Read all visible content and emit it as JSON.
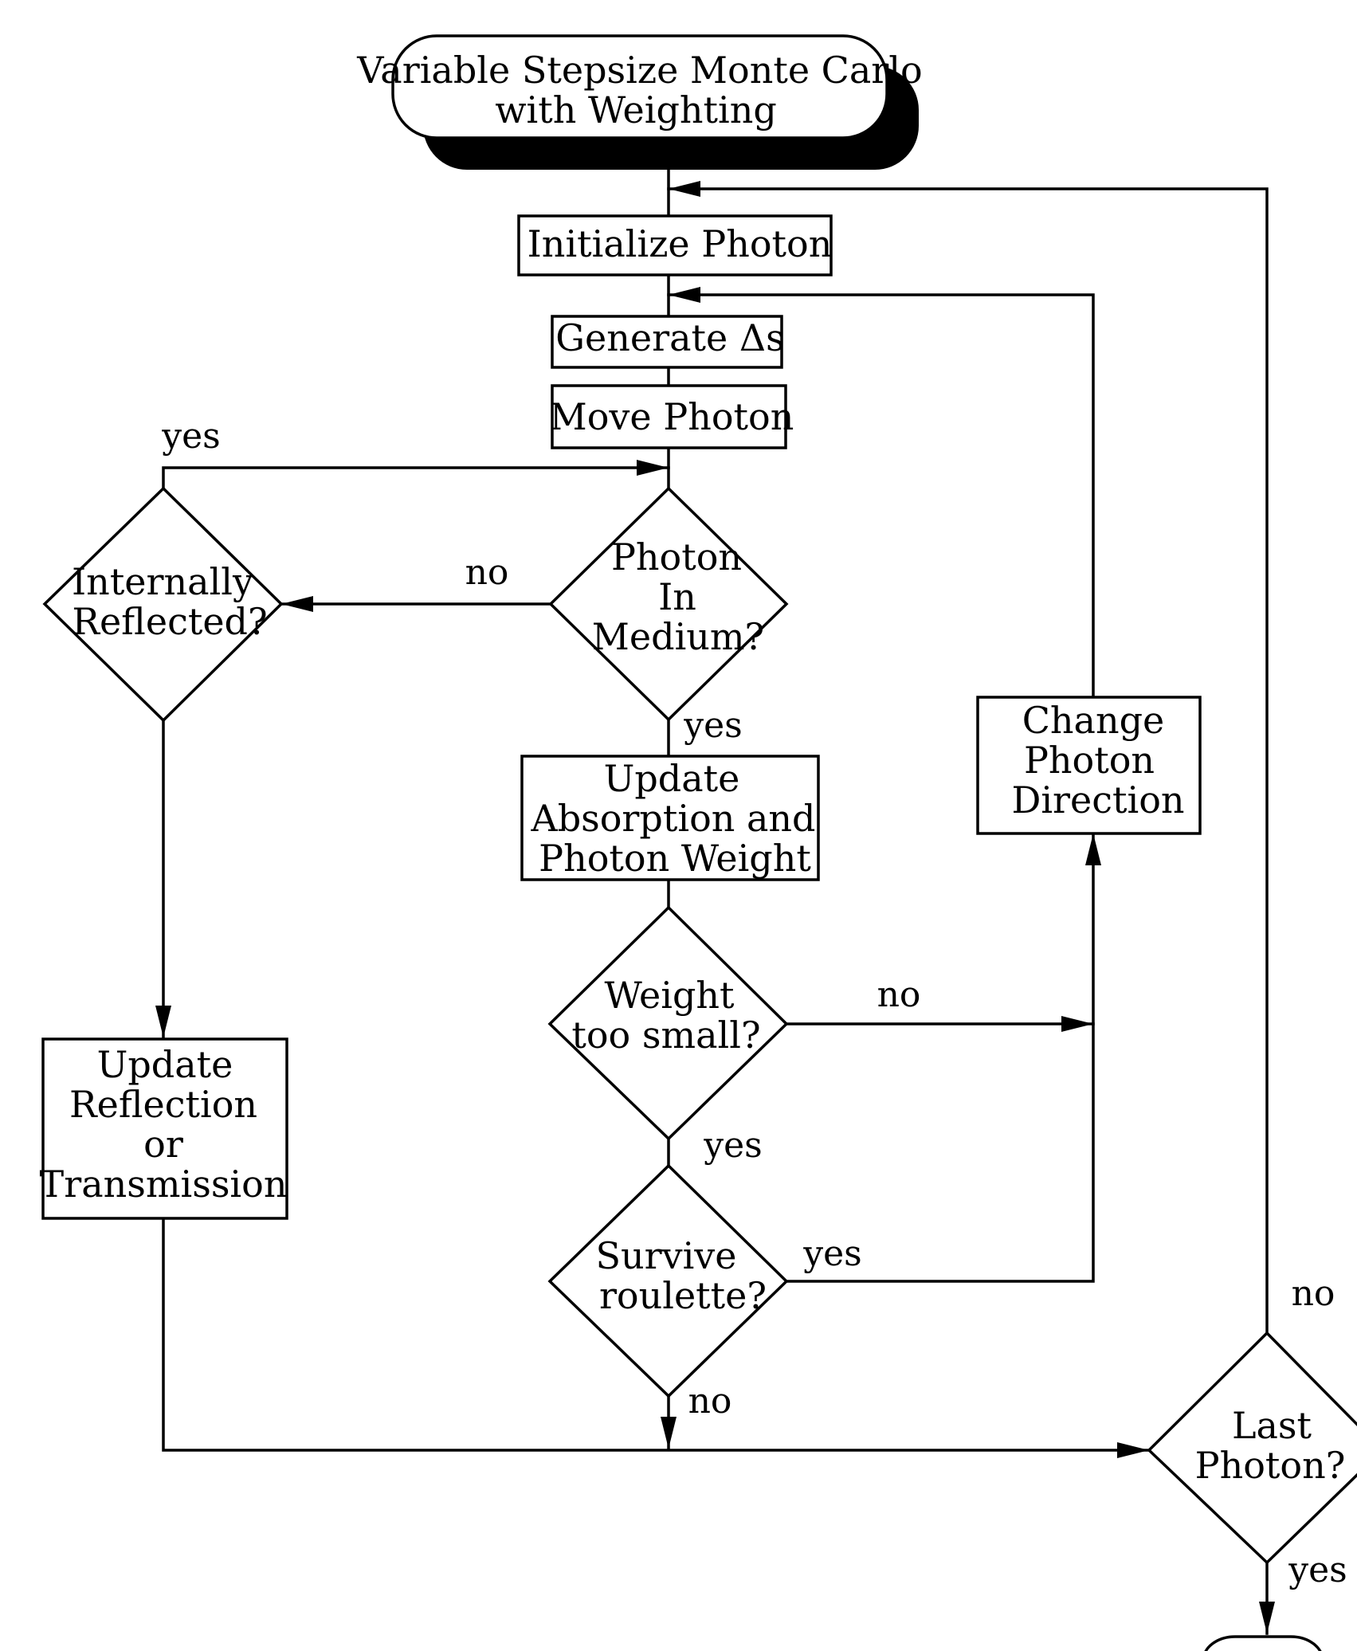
{
  "title": {
    "line1": "Variable Stepsize Monte Carlo",
    "line2": "with Weighting"
  },
  "nodes": {
    "initialize_photon": "Initialize Photon",
    "generate_ds": "Generate Δs",
    "move_photon": "Move Photon",
    "photon_in_medium": [
      "Photon",
      "In",
      "Medium?"
    ],
    "internally_reflected": [
      "Internally",
      "Reflected?"
    ],
    "update_absorption": [
      "Update",
      "Absorption and",
      "Photon Weight"
    ],
    "update_reflection": [
      "Update",
      "Reflection",
      "or",
      "Transmission"
    ],
    "weight_too_small": [
      "Weight",
      "too small?"
    ],
    "survive_roulette": [
      "Survive",
      "roulette?"
    ],
    "change_direction": [
      "Change",
      "Photon",
      "Direction"
    ],
    "last_photon": [
      "Last",
      "Photon?"
    ]
  },
  "edge_labels": {
    "reflected_yes": "yes",
    "in_medium_no": "no",
    "in_medium_yes": "yes",
    "weight_no": "no",
    "weight_yes": "yes",
    "roulette_yes": "yes",
    "roulette_no": "no",
    "last_no": "no",
    "last_yes": "yes"
  }
}
